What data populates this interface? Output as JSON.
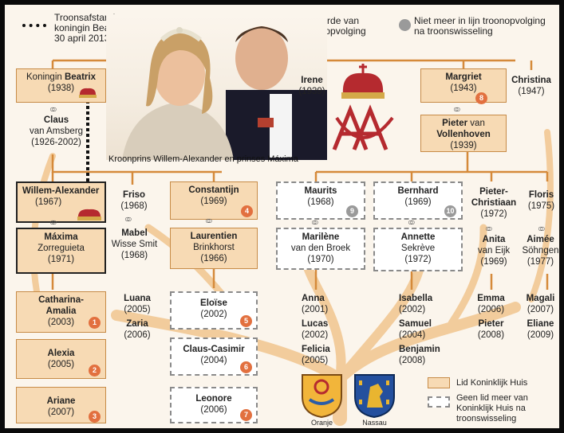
{
  "legend": {
    "line_label": "Troonsafstand koningin Beatrix 30 april 2013",
    "order_label": "Volgorde van troonopvolging",
    "order_badge": "8",
    "not_in_line_label": "Niet meer in lijn troonopvolging na troonswisseling",
    "member_label": "Lid Koninklijk Huis",
    "not_member_label": "Geen lid meer van Koninklijk Huis na troonswisseling"
  },
  "photo_caption": "Kroonprins Willem-Alexander en prinses Máxima",
  "colors": {
    "box_fill": "#f7dab4",
    "tree_branch": "#f2c894",
    "badge_orange": "#e2703f",
    "badge_grey": "#9a9a9a"
  },
  "generation1": {
    "beatrix": {
      "prefix": "Koningin ",
      "name": "Beatrix",
      "year": "(1938)"
    },
    "claus": {
      "name": "Claus",
      "sub": "van Amsberg",
      "years": "(1926-2002)"
    },
    "irene": {
      "name": "Irene",
      "year": "(1939)"
    },
    "margriet": {
      "name": "Margriet",
      "year": "(1943)",
      "badge": "8"
    },
    "pieter_vv": {
      "name1": "Pieter",
      "name2": " van",
      "name3": "Vollenhoven",
      "year": "(1939)"
    },
    "christina": {
      "name": "Christina",
      "year": "(1947)"
    }
  },
  "generation2": {
    "willem": {
      "name": "Willem-Alexander",
      "year": "(1967)"
    },
    "maxima": {
      "name": "Máxima",
      "sub": "Zorreguieta",
      "year": "(1971)"
    },
    "friso": {
      "name": "Friso",
      "year": "(1968)"
    },
    "mabel": {
      "name": "Mabel",
      "sub": "Wisse Smit",
      "year": "(1968)"
    },
    "constantijn": {
      "name": "Constantijn",
      "year": "(1969)",
      "badge": "4"
    },
    "laurentien": {
      "name": "Laurentien",
      "sub": "Brinkhorst",
      "year": "(1966)"
    },
    "maurits": {
      "name": "Maurits",
      "year": "(1968)",
      "badge": "9"
    },
    "marilene": {
      "name": "Marilène",
      "sub": "van den Broek",
      "year": "(1970)"
    },
    "bernhard": {
      "name": "Bernhard",
      "year": "(1969)",
      "badge": "10"
    },
    "annette": {
      "name": "Annette",
      "sub": "Sekrève",
      "year": "(1972)"
    },
    "pieter_christiaan": {
      "name1": "Pieter-",
      "name2": "Christiaan",
      "year": "(1972)"
    },
    "anita": {
      "name": "Anita",
      "sub": "van Eijk",
      "year": "(1969)"
    },
    "floris": {
      "name": "Floris",
      "year": "(1975)"
    },
    "aimee": {
      "name": "Aimée",
      "sub": "Söhngen",
      "year": "(1977)"
    }
  },
  "generation3": {
    "amalia": {
      "name1": "Catharina-",
      "name2": "Amalia",
      "year": "(2003)",
      "badge": "1"
    },
    "alexia": {
      "name": "Alexia",
      "year": "(2005)",
      "badge": "2"
    },
    "ariane": {
      "name": "Ariane",
      "year": "(2007)",
      "badge": "3"
    },
    "luana": {
      "name": "Luana",
      "year": "(2005)"
    },
    "zaria": {
      "name": "Zaria",
      "year": "(2006)"
    },
    "eloise": {
      "name": "Eloïse",
      "year": "(2002)",
      "badge": "5"
    },
    "claus_casimir": {
      "name": "Claus-Casimir",
      "year": "(2004)",
      "badge": "6"
    },
    "leonore": {
      "name": "Leonore",
      "year": "(2006)",
      "badge": "7"
    },
    "anna": {
      "name": "Anna",
      "year": "(2001)"
    },
    "lucas": {
      "name": "Lucas",
      "year": "(2002)"
    },
    "felicia": {
      "name": "Felicia",
      "year": "(2005)"
    },
    "isabella": {
      "name": "Isabella",
      "year": "(2002)"
    },
    "samuel": {
      "name": "Samuel",
      "year": "(2004)"
    },
    "benjamin": {
      "name": "Benjamin",
      "year": "(2008)"
    },
    "emma": {
      "name": "Emma",
      "year": "(2006)"
    },
    "pieter2": {
      "name": "Pieter",
      "year": "(2008)"
    },
    "magali": {
      "name": "Magali",
      "year": "(2007)"
    },
    "eliane": {
      "name": "Eliane",
      "year": "(2009)"
    }
  },
  "shields": {
    "left": "Oranje",
    "right": "Nassau"
  }
}
